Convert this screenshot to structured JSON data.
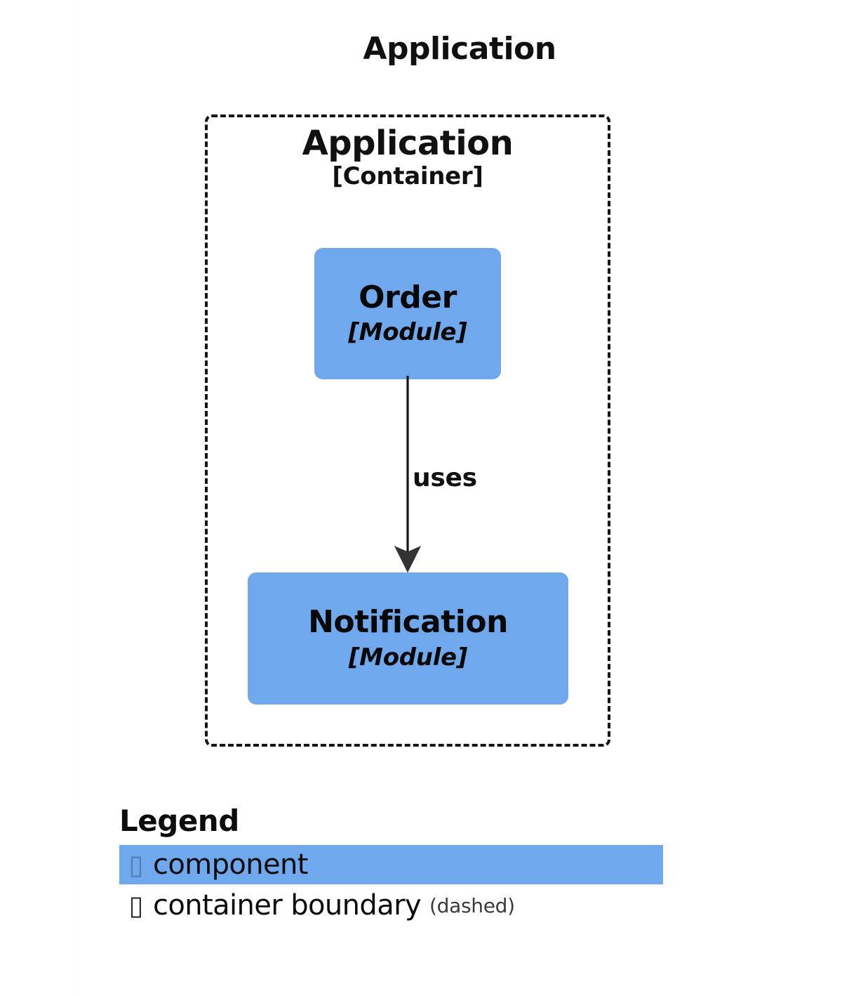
{
  "diagram": {
    "title": "Application",
    "container": {
      "name": "Application",
      "type": "[Container]",
      "boundary_style": "dashed"
    },
    "nodes": [
      {
        "name": "Order",
        "type": "[Module]"
      },
      {
        "name": "Notification",
        "type": "[Module]"
      }
    ],
    "edges": [
      {
        "label": "uses",
        "from": "Order",
        "to": "Notification",
        "direction": "down"
      }
    ]
  },
  "legend": {
    "title": "Legend",
    "items": [
      {
        "swatch": "missing-glyph-box-icon",
        "glyph": "▯",
        "label": "component",
        "note": "",
        "highlighted": true
      },
      {
        "swatch": "missing-glyph-box-icon",
        "glyph": "▯",
        "label": "container boundary",
        "note": "(dashed)",
        "highlighted": false
      }
    ]
  },
  "colors": {
    "component_fill": "#6FA8EC",
    "boundary_stroke": "#151515",
    "edge_stroke": "#1a1a1a",
    "background": "#ffffff",
    "text": "#0a0a0a"
  }
}
